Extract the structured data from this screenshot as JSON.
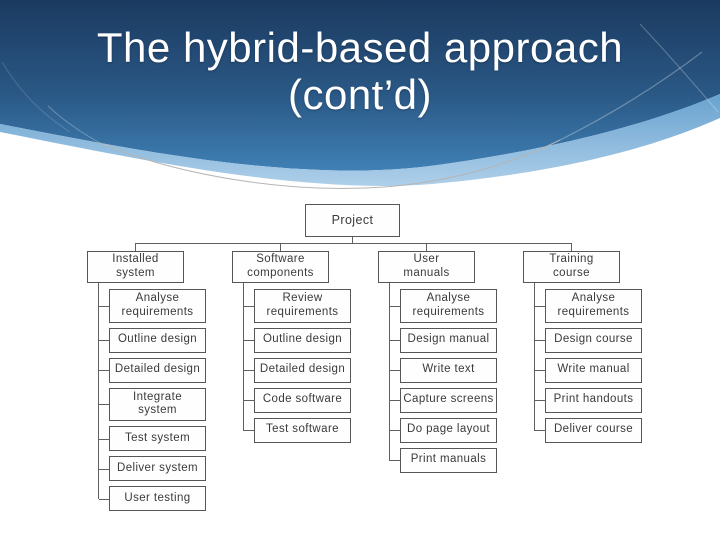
{
  "slide": {
    "title": {
      "line1": "The hybrid-based approach",
      "line2": "(cont’d)"
    }
  },
  "colors": {
    "header_top": "#1b3a60",
    "header_mid": "#2a5885",
    "header_bottom": "#4080b5",
    "band_top": "#68a2cf",
    "band_bottom": "#aecfe9",
    "title_text": "#ffffff",
    "box_border": "#565656",
    "box_text": "#3a3a3a",
    "connector": "#606060",
    "background": "#ffffff"
  },
  "diagram": {
    "type": "tree",
    "root": {
      "label": "Project"
    },
    "branches": [
      {
        "label": "Installed\nsystem",
        "tasks": [
          "Analyse\nrequirements",
          "Outline design",
          "Detailed design",
          "Integrate system",
          "Test system",
          "Deliver system",
          "User testing"
        ]
      },
      {
        "label": "Software\ncomponents",
        "tasks": [
          "Review\nrequirements",
          "Outline design",
          "Detailed design",
          "Code software",
          "Test software"
        ]
      },
      {
        "label": "User\nmanuals",
        "tasks": [
          "Analyse\nrequirements",
          "Design manual",
          "Write text",
          "Capture screens",
          "Do page layout",
          "Print manuals"
        ]
      },
      {
        "label": "Training\ncourse",
        "tasks": [
          "Analyse\nrequirements",
          "Design course",
          "Write manual",
          "Print handouts",
          "Deliver course"
        ]
      }
    ]
  }
}
